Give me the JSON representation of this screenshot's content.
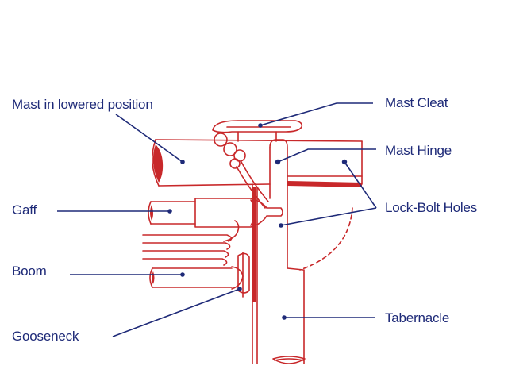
{
  "labels": {
    "mast_lowered": "Mast in lowered position",
    "gaff": "Gaff",
    "boom": "Boom",
    "gooseneck": "Gooseneck",
    "mast_cleat": "Mast Cleat",
    "mast_hinge": "Mast Hinge",
    "lock_bolt_holes": "Lock-Bolt Holes",
    "tabernacle": "Tabernacle"
  },
  "colors": {
    "drawing": "#c8282a",
    "label_text": "#1e2a78",
    "leader": "#1e2a78",
    "background": "#ffffff"
  }
}
